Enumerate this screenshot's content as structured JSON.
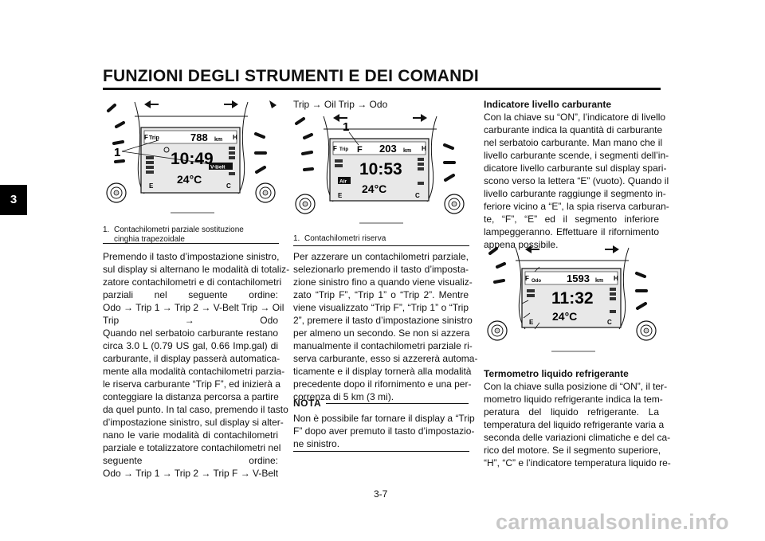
{
  "header": {
    "title": "FUNZIONI DEGLI STRUMENTI E DEI COMANDI",
    "chapter": "3"
  },
  "col1": {
    "figure": {
      "callout": "1",
      "lcd": {
        "trip": "Trip",
        "odo_value": "788",
        "unit": "km",
        "clock": "10:49",
        "badge": "V-Belt",
        "temp": "24°C",
        "e": "E",
        "c": "C",
        "f": "F",
        "h": "H"
      }
    },
    "caption": {
      "num": "1.",
      "line1": "Contachilometri parziale sostituzione",
      "line2": "cinghia trapezoidale"
    },
    "text_lines": [
      "Premendo il tasto d’impostazione sinistro,",
      "sul display si alternano le modalità di totaliz-",
      "zatore contachilometri e di contachilometri",
      "parziali nel seguente ordine:",
      "Odo → Trip 1 → Trip 2 → V-Belt Trip → Oil",
      "Trip → Odo",
      "Quando nel serbatoio carburante restano",
      "circa 3.0 L (0.79 US gal, 0.66 Imp.gal) di",
      "carburante, il display passerà automatica-",
      "mente alla modalità contachilometri parzia-",
      "le riserva carburante “Trip F”, ed inizierà a",
      "conteggiare la distanza percorsa a partire",
      "da quel punto. In tal caso, premendo il tasto",
      "d’impostazione sinistro, sul display si alter-",
      "nano le varie modalità di contachilometri",
      "parziale e totalizzatore contachilometri nel",
      "seguente ordine:",
      "Odo → Trip 1 → Trip 2 → Trip F → V-Belt"
    ]
  },
  "col2": {
    "intro": "Trip → Oil Trip → Odo",
    "figure": {
      "callout": "1",
      "lcd": {
        "trip": "Trip",
        "odo_value": "203",
        "unit": "km",
        "clock": "10:53",
        "badge": "Air",
        "temp": "24°C",
        "e": "E",
        "c": "C",
        "f": "F",
        "h": "H",
        "ff": "F"
      }
    },
    "caption": {
      "num": "1.",
      "line1": "Contachilometri riserva"
    },
    "text_lines": [
      "Per azzerare un contachilometri parziale,",
      "selezionarlo premendo il tasto d’imposta-",
      "zione sinistro fino a quando viene visualiz-",
      "zato “Trip F”, “Trip 1” o “Trip 2”. Mentre",
      "viene visualizzato “Trip F”, “Trip 1” o “Trip",
      "2”, premere il tasto d’impostazione sinistro",
      "per almeno un secondo. Se non si azzera",
      "manualmente il contachilometri parziale ri-",
      "serva carburante, esso si azzererà automa-",
      "ticamente e il display tornerà alla modalità",
      "precedente dopo il rifornimento e una per-",
      "correnza di 5 km (3 mi)."
    ],
    "nota": {
      "heading": "NOTA",
      "lines": [
        "Non è possibile far tornare il display a “Trip",
        "F” dopo aver premuto il tasto d’impostazio-",
        "ne sinistro."
      ]
    }
  },
  "col3": {
    "heading1": "Indicatore livello carburante",
    "text1_lines": [
      "Con la chiave su “ON”, l’indicatore di livello",
      "carburante indica la quantità di carburante",
      "nel serbatoio carburante. Man mano che il",
      "livello carburante scende, i segmenti dell’in-",
      "dicatore livello carburante sul display spari-",
      "scono verso la lettera “E” (vuoto). Quando il",
      "livello carburante raggiunge il segmento in-",
      "feriore vicino a “E”, la spia riserva carburan-",
      "te, “F”, “E” ed il segmento inferiore",
      "lampeggeranno. Effettuare il rifornimento",
      "appena possibile."
    ],
    "figure": {
      "lcd": {
        "trip": "Odo",
        "odo_value": "1593",
        "unit": "km",
        "clock": "11:32",
        "temp": "24°C",
        "e": "E",
        "c": "C",
        "f": "F",
        "h": "H"
      }
    },
    "heading2": "Termometro liquido refrigerante",
    "text2_lines": [
      "Con la chiave sulla posizione di “ON”, il ter-",
      "mometro liquido refrigerante indica la tem-",
      "peratura del liquido refrigerante. La",
      "temperatura del liquido refrigerante varia a",
      "seconda delle variazioni climatiche e del ca-",
      "rico del motore. Se il segmento superiore,",
      "“H”, “C” e l’indicatore temperatura liquido re-"
    ]
  },
  "footer": {
    "page": "3-7",
    "watermark": "carmanualsonline.info"
  }
}
